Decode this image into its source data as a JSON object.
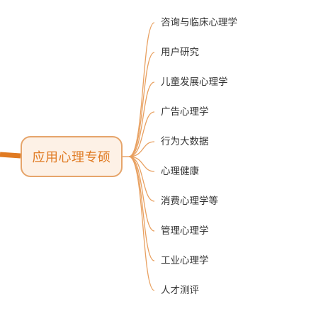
{
  "central_topic": "应用心理专硕",
  "branches": [
    "咨询与临床心理学",
    "用户研究",
    "儿童发展心理学",
    "广告心理学",
    "行为大数据",
    "心理健康",
    "消费心理学等",
    "管理心理学",
    "工业心理学",
    "人才测评"
  ],
  "colors": {
    "accent": "#e07a22",
    "node_border": "#e6a56b",
    "node_fill": "#fdf1e6",
    "connector": "#e8a060",
    "text": "#333333"
  }
}
